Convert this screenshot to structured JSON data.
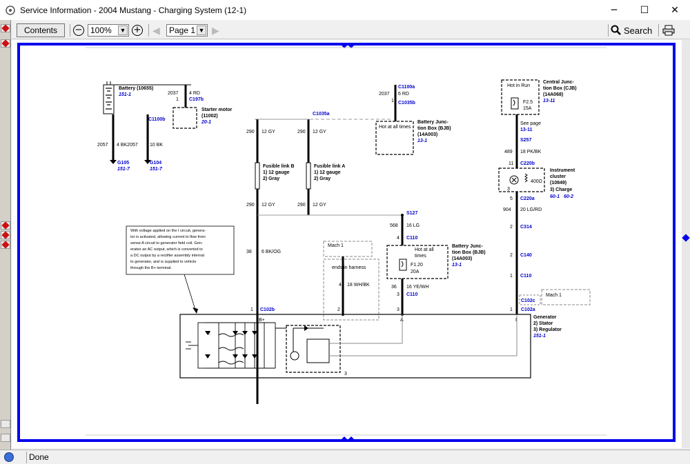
{
  "window": {
    "title": "Service Information - 2004 Mustang - Charging System (12-1)",
    "minimize": "─",
    "maximize": "☐",
    "close": "✕"
  },
  "toolbar": {
    "contents_label": "Contents",
    "zoom_out": "−",
    "zoom_value": "100%",
    "zoom_in": "+",
    "page_value": "Page 1",
    "search_label": "Search"
  },
  "status": {
    "text": "Done"
  },
  "diagram": {
    "battery": {
      "name": "Battery (10655)",
      "ref": "151-1"
    },
    "starter": {
      "name": "Starter motor",
      "num": "(11002)",
      "ref": "20-1",
      "wire": "2037",
      "wire_color": "4 RD",
      "pin": "1",
      "conn": "C197b"
    },
    "c1100b": "C1100b",
    "bat_wires": {
      "w1": "2057",
      "w1c": "4 BK2057",
      "w2c": "10 BK"
    },
    "grounds": {
      "g105": "G105",
      "g105_ref": "151-7",
      "g104": "G104",
      "g104_ref": "151-7"
    },
    "c1100a": "C1100a",
    "c1035b": "C1035b",
    "c1035a": "C1035a",
    "top_right_wire": {
      "num": "2037",
      "color": "6 RD",
      "pin": "1"
    },
    "bjb_top": {
      "hot": "Hot at all times",
      "name": "Battery Junc-",
      "name2": "tion Box (BJB)",
      "num": "(14A003)",
      "ref": "13-1"
    },
    "fl_wires": {
      "n": "290",
      "c": "12 GY"
    },
    "fusible_b": {
      "title": "Fusible link B",
      "l1": "1)  12 gauge",
      "l2": "2)  Gray"
    },
    "fusible_a": {
      "title": "Fusible link A",
      "l1": "1)  12 gauge",
      "l2": "2)  Gray"
    },
    "s127": "S127",
    "lg_wire": {
      "num": "568",
      "color": "16 LG",
      "pin": "4",
      "conn": "C110"
    },
    "bk_og": {
      "num": "38",
      "color": "6 BK/OG",
      "pin": "1",
      "conn": "C102b"
    },
    "note": [
      "With voltage applied on the I circuit, genera-",
      "tor is activated, allowing current to flow from",
      "sense A circuit to generator field coil. Gen-",
      "erates an AC output, which is converted to",
      "a DC output by a rectifier assembly internal",
      "to generator, and is supplied to vehicle",
      "through the B+ terminal."
    ],
    "mach1_a": "Mach 1",
    "harness": "ends in harness",
    "wh_bk": {
      "num": "4",
      "color": "18 WH/BK",
      "pin": "2"
    },
    "bjb_mid": {
      "hot1": "Hot at all",
      "hot2": "times",
      "fuse": "F1.20",
      "amps": "20A",
      "name": "Battery Junc-",
      "name2": "tion Box (BJB)",
      "num": "(14A003)",
      "ref": "13-1"
    },
    "ye_wh": {
      "num": "36",
      "color": "16 YE/WH",
      "pin": "3",
      "conn": "C110",
      "pin2": "3"
    },
    "cjb": {
      "hot": "Hot in Run",
      "fuse": "F2.5",
      "amps": "15A",
      "name": "Central Junc-",
      "name2": "tion Box (CJB)",
      "num": "(14A068)",
      "ref": "13-11"
    },
    "see_page": "See page",
    "see_ref": "13-11",
    "s257": "S257",
    "pk_bk": {
      "num": "489",
      "color": "18 PK/BK",
      "pin": "11",
      "conn": "C220b"
    },
    "cluster": {
      "name": "Instrument",
      "name2": "cluster",
      "num": "(10849)",
      "item": "3)  Charge",
      "ref1": "60-1",
      "ref2": "60-2",
      "res": "400Ω",
      "pin": "3"
    },
    "lg_rd": {
      "pin": "5",
      "conn": "C220a",
      "num": "904",
      "color": "20 LG/RD"
    },
    "c314": {
      "pin": "2",
      "conn": "C314"
    },
    "c140": {
      "pin": "2",
      "conn": "C140"
    },
    "c110r": {
      "pin": "1",
      "conn": "C110"
    },
    "c102c": "C102c",
    "mach1_b": "Mach 1",
    "c102a": {
      "pin": "1",
      "conn": "C102a"
    },
    "gen": {
      "bplus": "B+",
      "a": "A",
      "i": "I",
      "name": "Generator",
      "i2": "2)  Stator",
      "i3": "3)  Regulator",
      "ref": "151-1",
      "label2": "2",
      "label3": "3"
    }
  }
}
